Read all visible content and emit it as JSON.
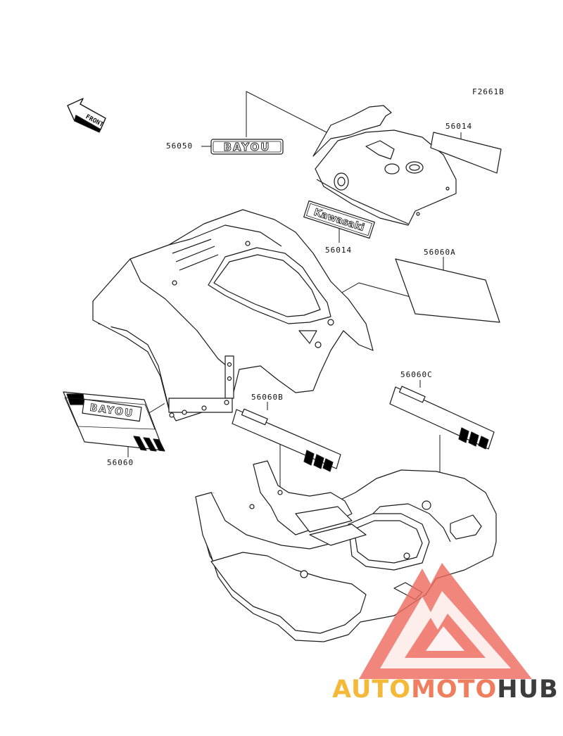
{
  "diagram": {
    "figure_code": "F2661B",
    "front_label": "FRONT",
    "parts": [
      {
        "part_no": "56050"
      },
      {
        "part_no": "56014"
      },
      {
        "part_no": "56014"
      },
      {
        "part_no": "56060A"
      },
      {
        "part_no": "56060B"
      },
      {
        "part_no": "56060C"
      },
      {
        "part_no": "56060"
      }
    ],
    "decal_texts": {
      "bayou": "BAYOU",
      "kawasaki": "Kawasaki"
    }
  },
  "watermark": {
    "part1": "AUTO",
    "part2": "MOTO",
    "part3": "HUB",
    "colors": {
      "part1": "#f5b93a",
      "part2": "#f07e5e",
      "part3": "#3c3c3c",
      "triangle": "#ee6b5f"
    }
  }
}
